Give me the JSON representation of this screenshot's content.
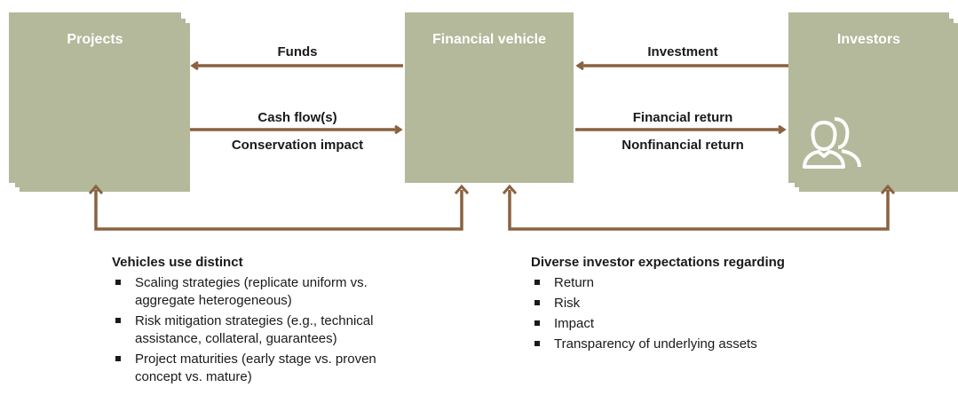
{
  "boxes": {
    "projects": "Projects",
    "vehicle": "Financial vehicle",
    "investors": "Investors"
  },
  "arrows": {
    "funds": "Funds",
    "cash_flow": "Cash flow(s)",
    "conservation_impact": "Conservation impact",
    "investment": "Investment",
    "financial_return": "Financial return",
    "nonfinancial_return": "Nonfinancial return"
  },
  "notes": {
    "left": {
      "title": "Vehicles use distinct",
      "items": [
        "Scaling strategies (replicate uniform vs. aggregate heterogeneous)",
        "Risk mitigation strategies (e.g., technical assistance, collateral, guarantees)",
        "Project maturities (early stage vs. proven concept vs. mature)"
      ]
    },
    "right": {
      "title": "Diverse investor expectations regarding",
      "items": [
        "Return",
        "Risk",
        "Impact",
        "Transparency of underlying assets"
      ]
    }
  },
  "colors": {
    "box_fill": "#b3b99a",
    "arrow": "#8a6240"
  },
  "icons": {
    "investors": "people-icon"
  }
}
